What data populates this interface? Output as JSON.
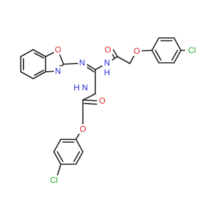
{
  "colors": {
    "background": "#ffffff",
    "bond": "#1a1a1a",
    "nitrogen": "#2222dd",
    "oxygen": "#dd2222",
    "chlorine": "#22aa22",
    "hydrogen": "#2222dd"
  },
  "labels": {
    "benzoxazole_o": "O",
    "benzoxazole_n": "N",
    "imine_n": "N",
    "amide1_nh_n": "N",
    "amide1_nh_h": "H",
    "carbonyl1_o": "O",
    "ether1_o": "O",
    "chloro1": "Cl",
    "amide2_nh_n": "N",
    "amide2_nh_h": "H",
    "carbonyl2_o": "O",
    "ether2_o": "O",
    "chloro2": "Cl"
  }
}
